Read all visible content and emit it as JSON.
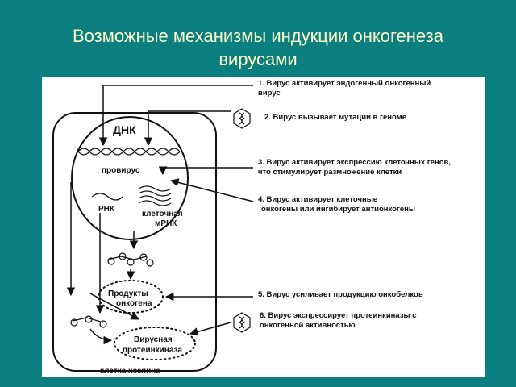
{
  "slide": {
    "title_line1": "Возможные механизмы индукции онкогенеза",
    "title_line2": "вирусами"
  },
  "diagram": {
    "labels": {
      "dna": "ДНК",
      "provirus": "провирус",
      "rna": "РНК",
      "mrna_line1": "клеточная",
      "mrna_line2": "мРНК",
      "products_line1": "Продукты",
      "products_line2": "онкогена",
      "viral_kinase_line1": "Вирусная",
      "viral_kinase_line2": "протеинкиназа",
      "host_cell": "клетка хозяина"
    },
    "mechanisms": [
      {
        "line1": "1. Вирус активирует эндогенный онкогенный",
        "line2": "вирус"
      },
      {
        "line1": "2. Вирус вызывает мутации в геноме",
        "line2": ""
      },
      {
        "line1": "3. Вирус активирует экспрессию клеточных генов,",
        "line2": "что  стимулирует размножение клетки"
      },
      {
        "line1": "4. Вирус активирует клеточные",
        "line2": "онкогены или ингибирует антионкогены"
      },
      {
        "line1": "5. Вирус усиливает продукцию онкобелков",
        "line2": ""
      },
      {
        "line1": "6. Вирус экспрессирует протеинкиназы с",
        "line2": "онкогенной активностью"
      }
    ]
  }
}
